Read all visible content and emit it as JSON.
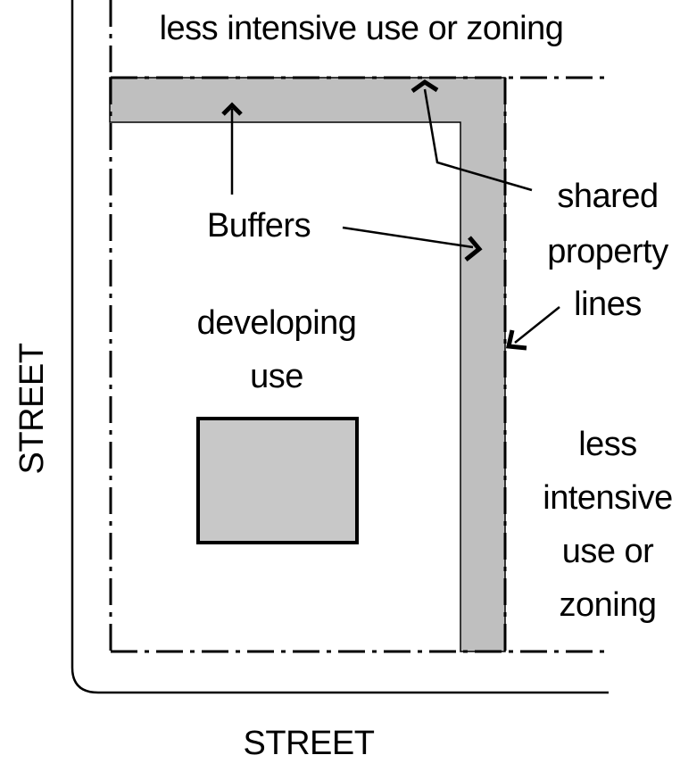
{
  "labels": {
    "top_neighbor": "less intensive use or zoning",
    "right_neighbor": [
      "less",
      "intensive",
      "use or",
      "zoning"
    ],
    "buffers": "Buffers",
    "shared_lines": [
      "shared",
      "property",
      "lines"
    ],
    "developing_use": [
      "developing",
      "use"
    ],
    "street_bottom": "STREET",
    "street_left": "STREET"
  },
  "colors": {
    "buffer_fill": "#bfbfbf",
    "building_fill": "#c8c8c8",
    "line": "#000000"
  }
}
